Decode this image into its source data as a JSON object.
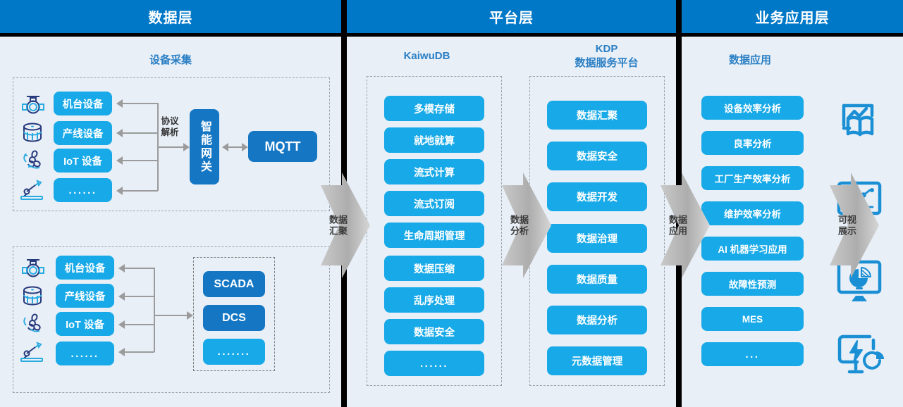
{
  "layers": [
    {
      "id": "data",
      "title": "数据层"
    },
    {
      "id": "platform",
      "title": "平台层"
    },
    {
      "id": "app",
      "title": "业务应用层"
    }
  ],
  "data_layer": {
    "section_title": "设备采集",
    "group_top": {
      "devices": [
        "机台设备",
        "产线设备",
        "IoT 设备",
        "......"
      ],
      "device_icons": [
        "valve-icon",
        "tank-icon",
        "turbine-icon",
        "robot-arm-icon"
      ],
      "protocol_label": "协议\n解析",
      "protocol_label_line1": "协议",
      "protocol_label_line2": "解析",
      "gateway": "智能网关",
      "broker": "MQTT"
    },
    "group_bottom": {
      "devices": [
        "机台设备",
        "产线设备",
        "IoT 设备",
        "......"
      ],
      "device_icons": [
        "valve-icon",
        "tank-icon",
        "turbine-icon",
        "robot-arm-icon"
      ],
      "systems": [
        "SCADA",
        "DCS",
        "......."
      ]
    }
  },
  "platform_layer": {
    "kaiwudb": {
      "title": "KaiwuDB",
      "items": [
        "多模存储",
        "就地就算",
        "流式计算",
        "流式订阅",
        "生命周期管理",
        "数据压缩",
        "乱序处理",
        "数据安全",
        "......"
      ]
    },
    "kdp": {
      "title_line1": "KDP",
      "title_line2": "数据服务平台",
      "items": [
        "数据汇聚",
        "数据安全",
        "数据开发",
        "数据治理",
        "数据质量",
        "数据分析",
        "元数据管理"
      ]
    }
  },
  "app_layer": {
    "section_title": "数据应用",
    "items": [
      "设备效率分析",
      "良率分析",
      "工厂生产效率分析",
      "维护效率分析",
      "AI 机器学习应用",
      "故障性预测",
      "MES",
      "..."
    ],
    "viz_icons": [
      "chart-book-icon",
      "line-chart-monitor-icon",
      "pie-chart-monitor-icon",
      "energy-monitor-icon"
    ]
  },
  "connectors": [
    {
      "name": "data-aggregation",
      "line1": "数据",
      "line2": "汇聚"
    },
    {
      "name": "data-analysis",
      "line1": "数据",
      "line2": "分析"
    },
    {
      "name": "data-application",
      "line1": "数据",
      "line2": "应用"
    },
    {
      "name": "visualization",
      "line1": "可视",
      "line2": "展示"
    }
  ],
  "colors": {
    "header_blue": "#0078c8",
    "pill_cyan": "#17a9e8",
    "pill_navy": "#1577c4",
    "panel_bg": "#e8eff7",
    "title_blue": "#2b7fc4",
    "connector_gray": "#9b9b9b",
    "icon_navy": "#273a7c",
    "icon_cyan": "#29abe2"
  }
}
